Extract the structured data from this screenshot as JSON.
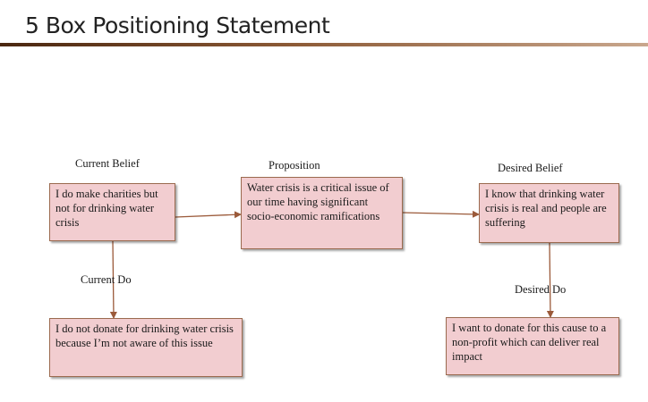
{
  "title": "5 Box Positioning Statement",
  "nodes": {
    "current_belief": {
      "label": "Current Belief",
      "text": "I do make charities but not for drinking water crisis"
    },
    "proposition": {
      "label": "Proposition",
      "text": "Water crisis is a critical issue of our time having significant socio-economic ramifications"
    },
    "desired_belief": {
      "label": "Desired Belief",
      "text": "I know that drinking water crisis is real and people are suffering"
    },
    "current_do": {
      "label": "Current Do",
      "text": "I do not donate for drinking water crisis because I’m not aware of this issue"
    },
    "desired_do": {
      "label": "Desired Do",
      "text": "I want to donate for this cause to a non-profit which can deliver real impact"
    }
  },
  "colors": {
    "box_fill": "#f2cdd0",
    "box_border": "#9b6a4f",
    "arrow": "#9b5a3a"
  }
}
